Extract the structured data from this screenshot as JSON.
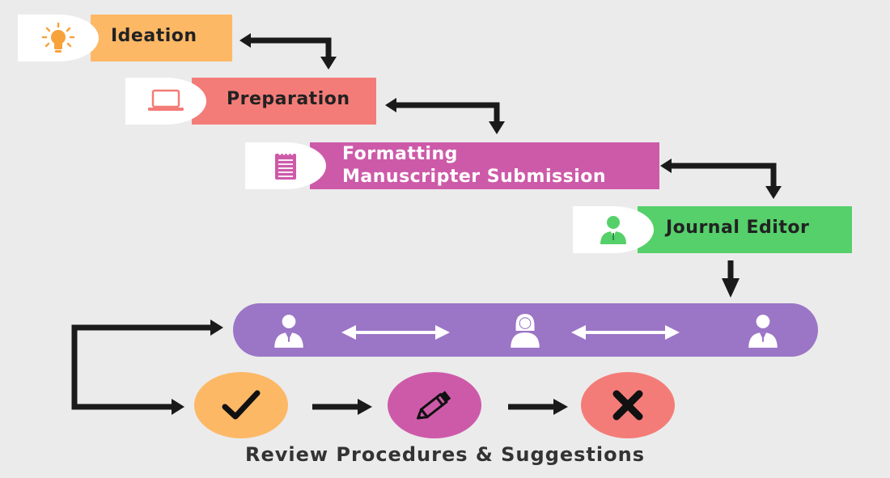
{
  "steps": [
    {
      "label": "Ideation",
      "icon": "lightbulb-icon",
      "color": "#fdb866"
    },
    {
      "label": "Preparation",
      "icon": "laptop-icon",
      "color": "#f47c78"
    },
    {
      "label_line1": "Formatting",
      "label_line2": "Manuscripter Submission",
      "icon": "notepad-icon",
      "color": "#cd5aa9"
    },
    {
      "label": "Journal Editor",
      "icon": "editor-person-icon",
      "color": "#55d06a"
    }
  ],
  "reviewers": {
    "color": "#9b75c6",
    "icons": [
      "reviewer-man-icon",
      "reviewer-woman-icon",
      "reviewer-man-icon"
    ]
  },
  "outcomes": [
    {
      "icon": "checkmark-icon",
      "color": "#fdb866"
    },
    {
      "icon": "pencil-icon",
      "color": "#cd5aa9"
    },
    {
      "icon": "cross-icon",
      "color": "#f47c78"
    }
  ],
  "caption": "Review Procedures & Suggestions"
}
